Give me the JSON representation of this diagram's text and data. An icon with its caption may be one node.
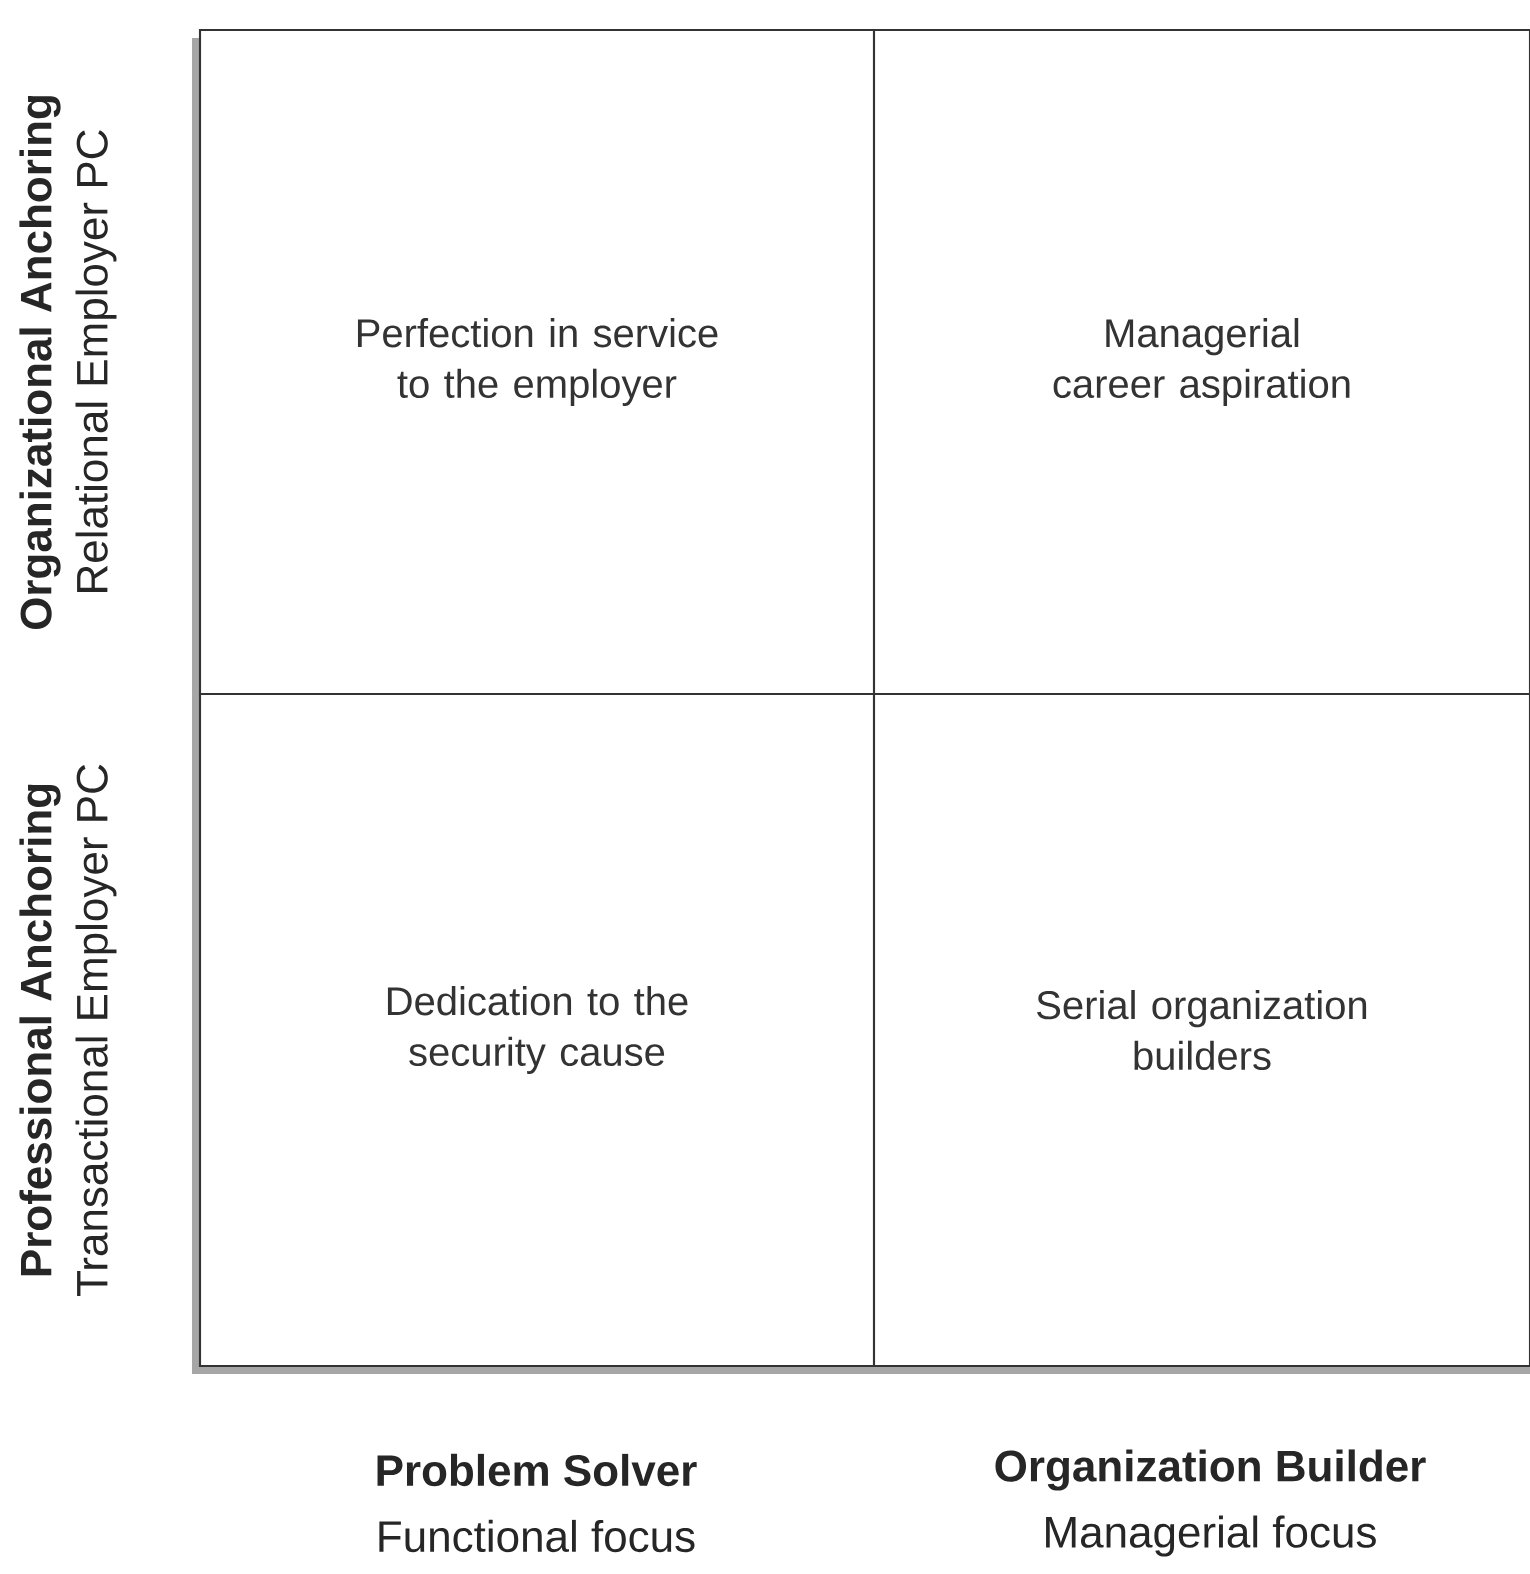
{
  "diagram": {
    "nodes": [
      {
        "text": [
          "Perfection in service to the employer"
        ]
      },
      {
        "text": [
          "Managerial career aspiration"
        ]
      },
      {
        "text": [
          "Dedication to the security cause"
        ]
      },
      {
        "text": [
          "Serial organization builders"
        ]
      }
    ],
    "labels": [
      "Organizational Anchoring",
      "Relational Employer PC",
      "Professional Anchoring",
      "Transactional Employer PC",
      "Problem Solver",
      "Functional focus",
      "Organization Builder",
      "Managerial focus"
    ]
  }
}
